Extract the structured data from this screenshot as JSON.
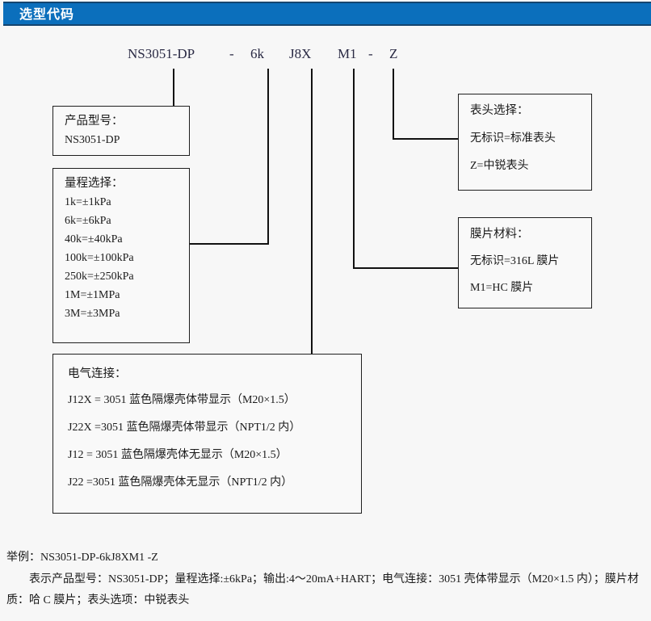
{
  "header": {
    "title": "选型代码",
    "bar_color": "#0b6fbc",
    "border_color": "#14456f",
    "text_color": "#ffffff"
  },
  "model_code": {
    "segments": [
      {
        "text": "NS3051-DP"
      },
      {
        "text": "-"
      },
      {
        "text": "6k"
      },
      {
        "text": "J8X"
      },
      {
        "text": "M1"
      },
      {
        "text": "-"
      },
      {
        "text": "Z"
      }
    ],
    "full": "NS3051-DP - 6k J8X M1 - Z"
  },
  "boxes": {
    "product_model": {
      "title": "产品型号：",
      "lines": [
        "NS3051-DP"
      ]
    },
    "range_selection": {
      "title": "量程选择：",
      "lines": [
        "1k=±1kPa",
        "6k=±6kPa",
        "40k=±40kPa",
        "100k=±100kPa",
        "250k=±250kPa",
        "1M=±1MPa",
        "3M=±3MPa"
      ]
    },
    "electrical_connection": {
      "title": "电气连接：",
      "lines": [
        "J12X = 3051 蓝色隔爆壳体带显示（M20×1.5）",
        "J22X =3051 蓝色隔爆壳体带显示（NPT1/2 内）",
        "J12 = 3051 蓝色隔爆壳体无显示（M20×1.5）",
        "J22 =3051 蓝色隔爆壳体无显示（NPT1/2 内）"
      ]
    },
    "head_selection": {
      "title": "表头选择：",
      "lines": [
        "无标识=标准表头",
        "Z=中锐表头"
      ]
    },
    "diaphragm_material": {
      "title": "膜片材料：",
      "lines": [
        "无标识=316L 膜片",
        "M1=HC 膜片"
      ]
    }
  },
  "example": {
    "line1": "举例：NS3051-DP-6kJ8XM1 -Z",
    "line2": "表示产品型号：NS3051-DP；量程选择:±6kPa；输出:4～20mA+HART；电气连接：3051 壳体带显示（M20×1.5 内）；膜片材质：哈 C 膜片；表头选项：中锐表头"
  }
}
